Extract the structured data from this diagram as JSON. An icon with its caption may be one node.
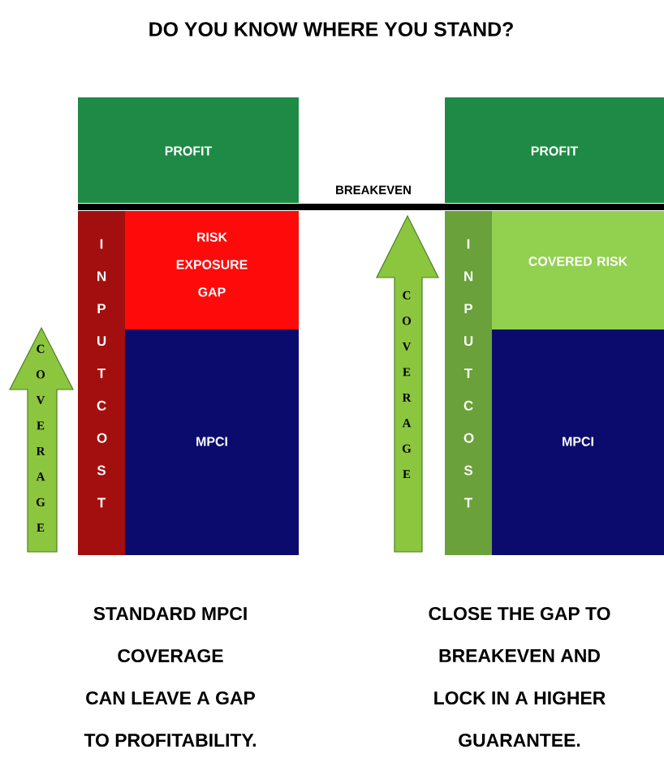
{
  "diagram": {
    "title": "DO YOU KNOW WHERE YOU STAND?",
    "nodes": [
      {
        "text": [
          "PROFIT"
        ]
      },
      {
        "text": [
          "RISK EXPOSURE GAP"
        ]
      },
      {
        "text": [
          "I N P U T C O S T"
        ]
      },
      {
        "text": [
          "MPCI"
        ]
      },
      {
        "text": [
          "C O V E R A G E"
        ]
      },
      {
        "text": [
          "PROFIT"
        ]
      },
      {
        "text": [
          "COVERED RISK"
        ]
      },
      {
        "text": [
          "I N P U T C O S T"
        ]
      },
      {
        "text": [
          "MPCI"
        ]
      },
      {
        "text": [
          "C O V E R A G E"
        ]
      }
    ],
    "labels": [
      "BREAKEVEN",
      "STANDARD MPCI",
      "COVERAGE",
      "CAN LEAVE A GAP",
      "TO PROFITABILITY.",
      "CLOSE THE GAP TO",
      "BREAKEVEN AND",
      "LOCK IN A HIGHER",
      "GUARANTEE."
    ]
  }
}
